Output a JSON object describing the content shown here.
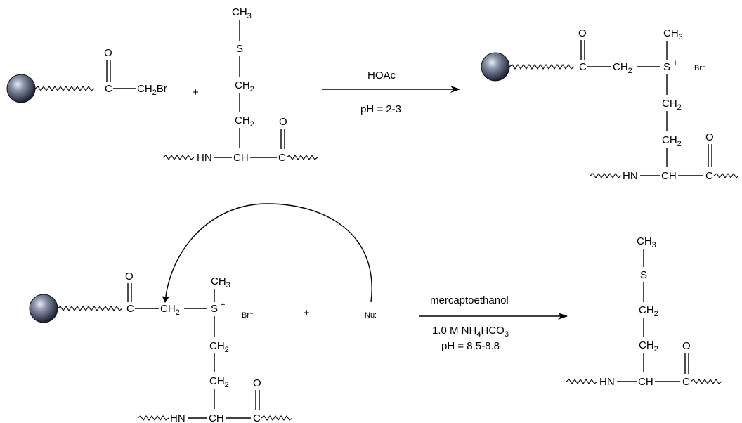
{
  "top_reaction": {
    "reactant_resin": {
      "carbonyl_O": "O",
      "carbonyl_C": "C",
      "bromomethyl": "CH",
      "bromomethyl_sub": "2",
      "bromine": "Br"
    },
    "plus": "+",
    "methionine": {
      "methyl": "CH",
      "methyl_sub": "3",
      "sulfur": "S",
      "ch2_a": "CH",
      "ch2_a_sub": "2",
      "ch2_b": "CH",
      "ch2_b_sub": "2",
      "amide_O": "O",
      "amide_N": "HN",
      "alpha_CH": "CH",
      "amide_C": "C"
    },
    "arrow_top_label": "HOAc",
    "arrow_bottom_label": "pH = 2-3",
    "product": {
      "carbonyl_O": "O",
      "carbonyl_C": "C",
      "ch2": "CH",
      "ch2_sub": "2",
      "methyl": "CH",
      "methyl_sub": "3",
      "sulfur": "S",
      "charge": "+",
      "counterion": "Br⁻",
      "ch2_a": "CH",
      "ch2_a_sub": "2",
      "ch2_b": "CH",
      "ch2_b_sub": "2",
      "amide_O": "O",
      "amide_N": "HN",
      "alpha_CH": "CH",
      "amide_C": "C"
    }
  },
  "bottom_reaction": {
    "sulfonium": {
      "carbonyl_O": "O",
      "carbonyl_C": "C",
      "ch2": "CH",
      "ch2_sub": "2",
      "methyl": "CH",
      "methyl_sub": "3",
      "sulfur": "S",
      "charge": "+",
      "counterion": "Br⁻",
      "ch2_a": "CH",
      "ch2_a_sub": "2",
      "ch2_b": "CH",
      "ch2_b_sub": "2",
      "amide_O": "O",
      "amide_N": "HN",
      "alpha_CH": "CH",
      "amide_C": "C"
    },
    "plus": "+",
    "nucleophile": "Nu:",
    "arrow_top_label": "mercaptoethanol",
    "arrow_bottom_label_1_pre": "1.0 M NH",
    "arrow_bottom_label_1_sub": "4",
    "arrow_bottom_label_1_mid": "HCO",
    "arrow_bottom_label_1_sub2": "3",
    "arrow_bottom_label_2": "pH = 8.5-8.8",
    "product": {
      "methyl": "CH",
      "methyl_sub": "3",
      "sulfur": "S",
      "ch2_a": "CH",
      "ch2_a_sub": "2",
      "ch2_b": "CH",
      "ch2_b_sub": "2",
      "amide_O": "O",
      "amide_N": "HN",
      "alpha_CH": "CH",
      "amide_C": "C"
    }
  }
}
